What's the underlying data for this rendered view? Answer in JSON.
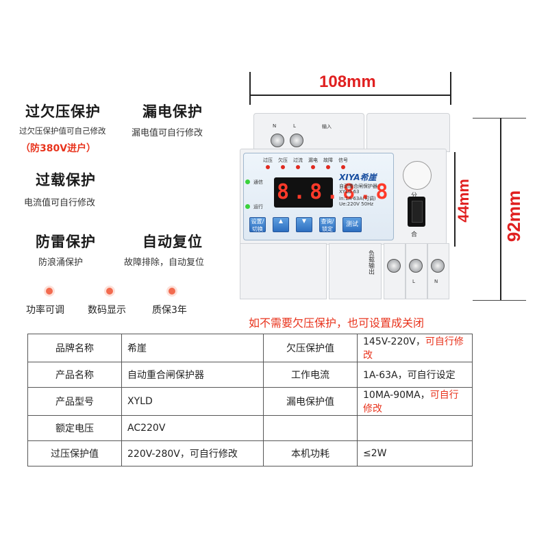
{
  "features": [
    {
      "title": "过欠压保护",
      "sub": "过欠压保护值可自己修改",
      "note": "（防380V进户）"
    },
    {
      "title": "漏电保护",
      "sub": "漏电值可自行修改"
    },
    {
      "title": "过载保护",
      "sub": "电流值可自行修改"
    },
    {
      "title": "防雷保护",
      "sub": "防浪涌保护"
    },
    {
      "title": "自动复位",
      "sub": "故障排除，自动复位"
    }
  ],
  "bottom_features": [
    "功率可调",
    "数码显示",
    "质保3年"
  ],
  "dimensions": {
    "width": "108mm",
    "height_total": "92mm",
    "height_front": "44mm"
  },
  "device": {
    "brand": "XIYA希崖",
    "display": "8.8.8.8",
    "status_labels": [
      "通信",
      "运行"
    ],
    "indicator_labels": [
      "过压",
      "欠压",
      "过流",
      "漏电",
      "故障",
      "信号"
    ],
    "button_labels": [
      "设置/切换",
      "增加",
      "减少",
      "查询/锁定",
      "测试"
    ],
    "model_lines": [
      "自动重合闸保护器",
      "XYLD  63",
      "In:1A-63A(可调)",
      "Ue:220V 50Hz"
    ],
    "switch_labels": [
      "分",
      "合"
    ],
    "terminal_top": [
      "N",
      "L",
      "输入"
    ],
    "terminal_bottom": [
      "负载输出",
      "L",
      "N"
    ]
  },
  "notice": "如不需要欠压保护，也可设置成关闭",
  "spec_table": [
    {
      "k1": "品牌名称",
      "v1": "希崖",
      "k2": "欠压保护值",
      "v2": "145V-220V，",
      "v2_red": "可自行修改"
    },
    {
      "k1": "产品名称",
      "v1": "自动重合闸保护器",
      "k2": "工作电流",
      "v2": "1A-63A，可自行设定",
      "v2_red": ""
    },
    {
      "k1": "产品型号",
      "v1": "XYLD",
      "k2": "漏电保护值",
      "v2": "10MA-90MA，",
      "v2_red": "可自行修改"
    },
    {
      "k1": "额定电压",
      "v1": "AC220V",
      "k2": "",
      "v2": "",
      "v2_red": ""
    },
    {
      "k1": "过压保护值",
      "v1": "",
      "v1_red": "220V-280V，可自行修改",
      "k2": "本机功耗",
      "v2": "≤2W",
      "v2_red": ""
    }
  ],
  "colors": {
    "accent_red": "#e8331c",
    "dot": "#f26b4f",
    "button_blue": "#2d6fc0"
  }
}
